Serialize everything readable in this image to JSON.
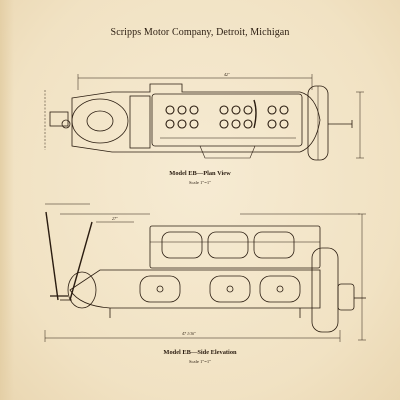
{
  "header": {
    "title": "Scripps Motor Company, Detroit, Michigan"
  },
  "plan_view": {
    "caption": "Model EB—Plan View",
    "scale": "Scale 1″=1″",
    "dimensions": [
      "42″"
    ]
  },
  "side_elevation": {
    "caption": "Model EB—Side Elevation",
    "scale": "Scale 1″=1″",
    "dimensions": [
      "27″",
      "47 1/16″"
    ]
  },
  "colors": {
    "paper": "#f3e6cc",
    "ink": "#2a1c10"
  }
}
